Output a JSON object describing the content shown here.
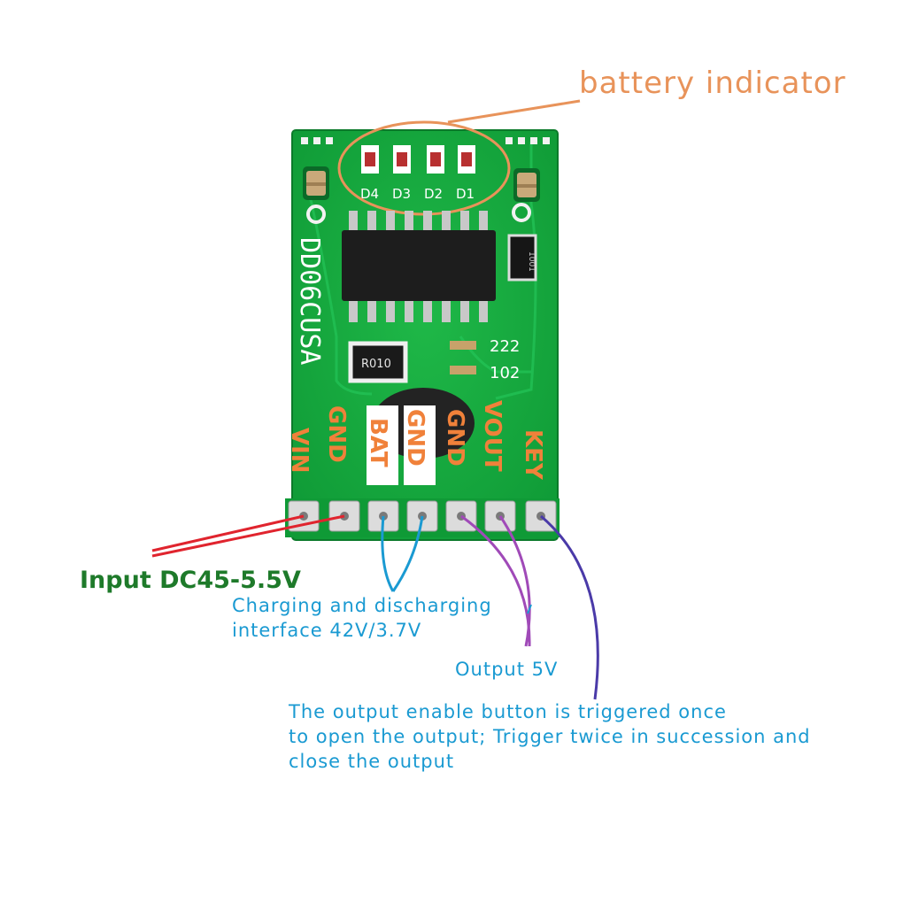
{
  "annotations": {
    "battery_indicator": "battery indicator",
    "input": "Input DC45-5.5V",
    "charging_line1": "Charging and discharging",
    "charging_line2": "interface 42V/3.7V",
    "output": "Output 5V",
    "key_line1": "The output enable button is triggered once",
    "key_line2": "to open the output; Trigger twice in succession and",
    "key_line3": "close the output"
  },
  "board": {
    "model": "DD06CUSA",
    "leds": [
      "D4",
      "D3",
      "D2",
      "D1"
    ],
    "resistor_code": "R010",
    "small_resistor_code": "1001",
    "cap_codes": [
      "222",
      "102"
    ],
    "pins": [
      "VIN",
      "GND",
      "BAT",
      "GND",
      "GND",
      "VOUT",
      "KEY"
    ]
  },
  "colors": {
    "pcb": "#11a33a",
    "pin_label": "#f0813a",
    "battery_annotation": "#e8935a",
    "input_text": "#1e7a2a",
    "info_text": "#1a9ad2",
    "input_wire": "#e0242e",
    "charge_wire": "#1a9ad2",
    "output_wire": "#a04ab8",
    "key_wire": "#4a3aa8"
  }
}
